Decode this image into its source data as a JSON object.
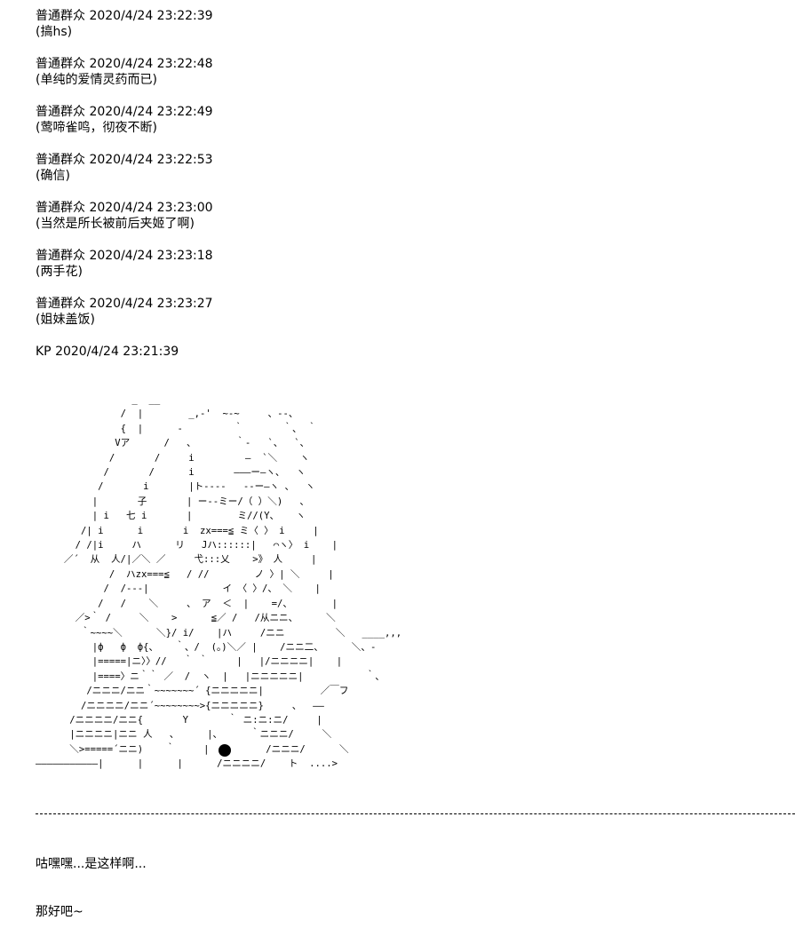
{
  "messages": [
    {
      "head": "普通群众 2020/4/24 23:22:39",
      "body": "(搞hs)"
    },
    {
      "head": "普通群众 2020/4/24 23:22:48",
      "body": "(单纯的爱情灵药而已)"
    },
    {
      "head": "普通群众 2020/4/24 23:22:49",
      "body": "(莺啼雀鸣，彻夜不断)"
    },
    {
      "head": "普通群众 2020/4/24 23:22:53",
      "body": "(确信)"
    },
    {
      "head": "普通群众 2020/4/24 23:23:00",
      "body": "(当然是所长被前后夹姬了啊)"
    },
    {
      "head": "普通群众 2020/4/24 23:23:18",
      "body": "(两手花)"
    },
    {
      "head": "普通群众 2020/4/24 23:23:27",
      "body": "(姐妹盖饭)"
    }
  ],
  "kp_header": "KP 2020/4/24 23:21:39",
  "ascii_art": "                 _  __\n               /  |        _,-'  ~-~     、--、\n               {  |      -         ｀       ｀、 ｀\n              Vア      /   、       ｀-   `、  `、\n             /       /     i         ―  `＼    ヽ\n            /       /      i       ―――ー―ヽ、  ヽ\n           /       i       |ト----   --ー―ヽ 、  ヽ\n          |       子       | ー--ミー/（ ）＼)   、\n          | i   七 i       |        ミ//(Y、   ヽ\n        /| i      i       i  zx===≦ ミ〈 〉 i     |\n       / /|i     ハ      リ   Jハ::::::|   ⌒ヽ〉 i    |\n     ／´  从  人/|／＼ ／     弋:::乂    >》 人     |\n             /  ハzx===≦   / //        ノ 〉| ＼     |\n            /  /---|             イ 〈 〉/、 ＼    |\n           /   /    ＼     、 ア  ＜  |    =/、       |\n       ／>｀ /     ＼    >      ≦／ /   /从ニニ、     ＼\n        ｀~~~~＼      ＼}/ i/    |ハ     /ニニ         ＼   ____,,,\n          |ф   ф  ф{、   ｀、/  (。)＼／ |    /ニニ二、     ＼、-\n          |=====|ニ〉〉//   ｀ ｀     |   |/ニニニニ|    |\n          |====〉ニ｀｀ ／  /  ヽ  |   |ニニニニニ|           ｀、\n         /ニニニ/ニニ｀~~~~~~~´ {ニニニニニ|          ／￣フ\n        /ニニニニ/ニニ´~~~~~~~~>{ニニニニニ}     、  ――\n      /ニニニニ/ニニ{       Y       ｀ ニ:ニ:ニ/     |\n      |ニニニニ|ニニ 人   、     |、     ｀ニニニ/     ＼\n      ＼>=====´ニニ)    ｀     |          /ニニニ/      ＼\n―――――――――――|      |      |      /ニニニニ/    ト  ....>",
  "caption_lines": [
    "咕嘿嘿...是这样啊...",
    "那好吧~"
  ]
}
